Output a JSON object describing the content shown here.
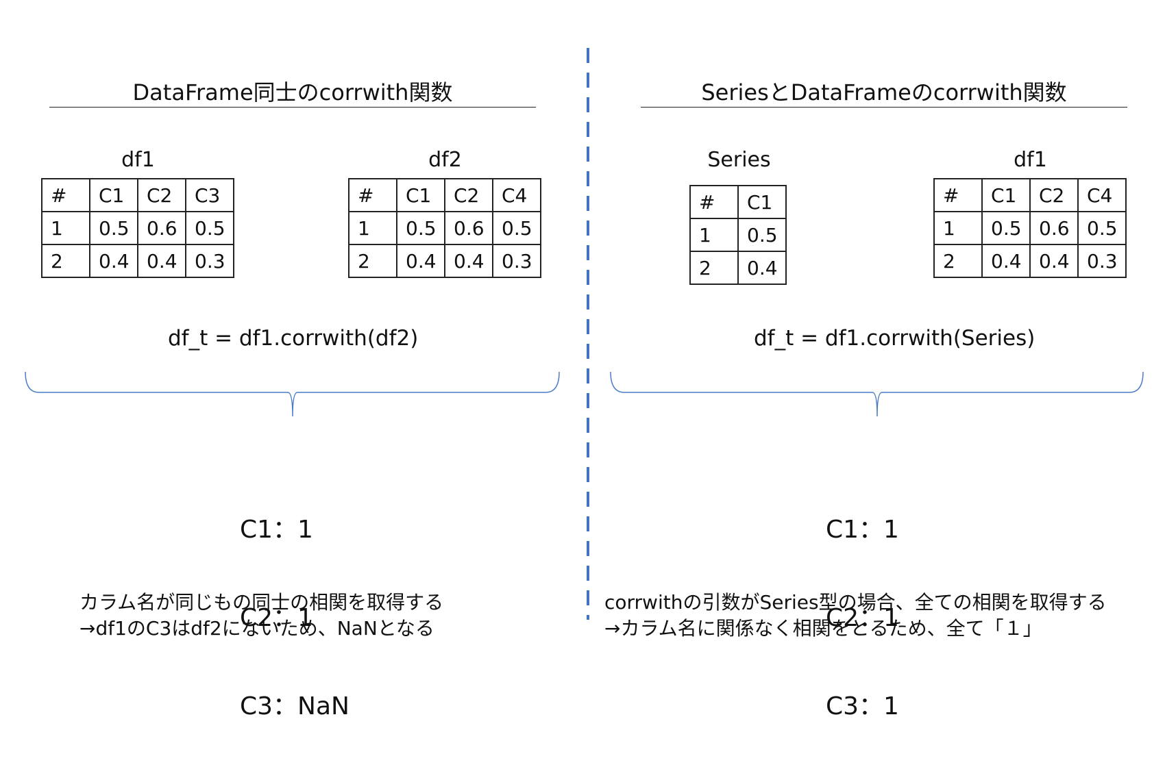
{
  "colors": {
    "divider": "#4472c4",
    "brace": "#4a7cc7",
    "text": "#111111"
  },
  "left": {
    "heading": "DataFrame同士のcorrwith関数",
    "table1": {
      "name": "df1",
      "header": [
        "#",
        "C1",
        "C2",
        "C3"
      ],
      "rows": [
        [
          "1",
          "0.5",
          "0.6",
          "0.5"
        ],
        [
          "2",
          "0.4",
          "0.4",
          "0.3"
        ]
      ]
    },
    "table2": {
      "name": "df2",
      "header": [
        "#",
        "C1",
        "C2",
        "C4"
      ],
      "rows": [
        [
          "1",
          "0.5",
          "0.6",
          "0.5"
        ],
        [
          "2",
          "0.4",
          "0.4",
          "0.3"
        ]
      ]
    },
    "formula": "df_t = df1.corrwith(df2)",
    "results": [
      "C1：1",
      "C2：1",
      "C3：NaN"
    ],
    "notes": [
      "カラム名が同じもの同士の相関を取得する",
      "→df1のC3はdf2にないため、NaNとなる"
    ]
  },
  "right": {
    "heading": "SeriesとDataFrameのcorrwith関数",
    "table1": {
      "name": "Series",
      "header": [
        "#",
        "C1"
      ],
      "rows": [
        [
          "1",
          "0.5"
        ],
        [
          "2",
          "0.4"
        ]
      ]
    },
    "table2": {
      "name": "df1",
      "header": [
        "#",
        "C1",
        "C2",
        "C4"
      ],
      "rows": [
        [
          "1",
          "0.5",
          "0.6",
          "0.5"
        ],
        [
          "2",
          "0.4",
          "0.4",
          "0.3"
        ]
      ]
    },
    "formula": "df_t = df1.corrwith(Series)",
    "results": [
      "C1：1",
      "C2：1",
      "C3：1"
    ],
    "notes": [
      "corrwithの引数がSeries型の場合、全ての相関を取得する",
      "→カラム名に関係なく相関をとるため、全て「１」"
    ]
  }
}
